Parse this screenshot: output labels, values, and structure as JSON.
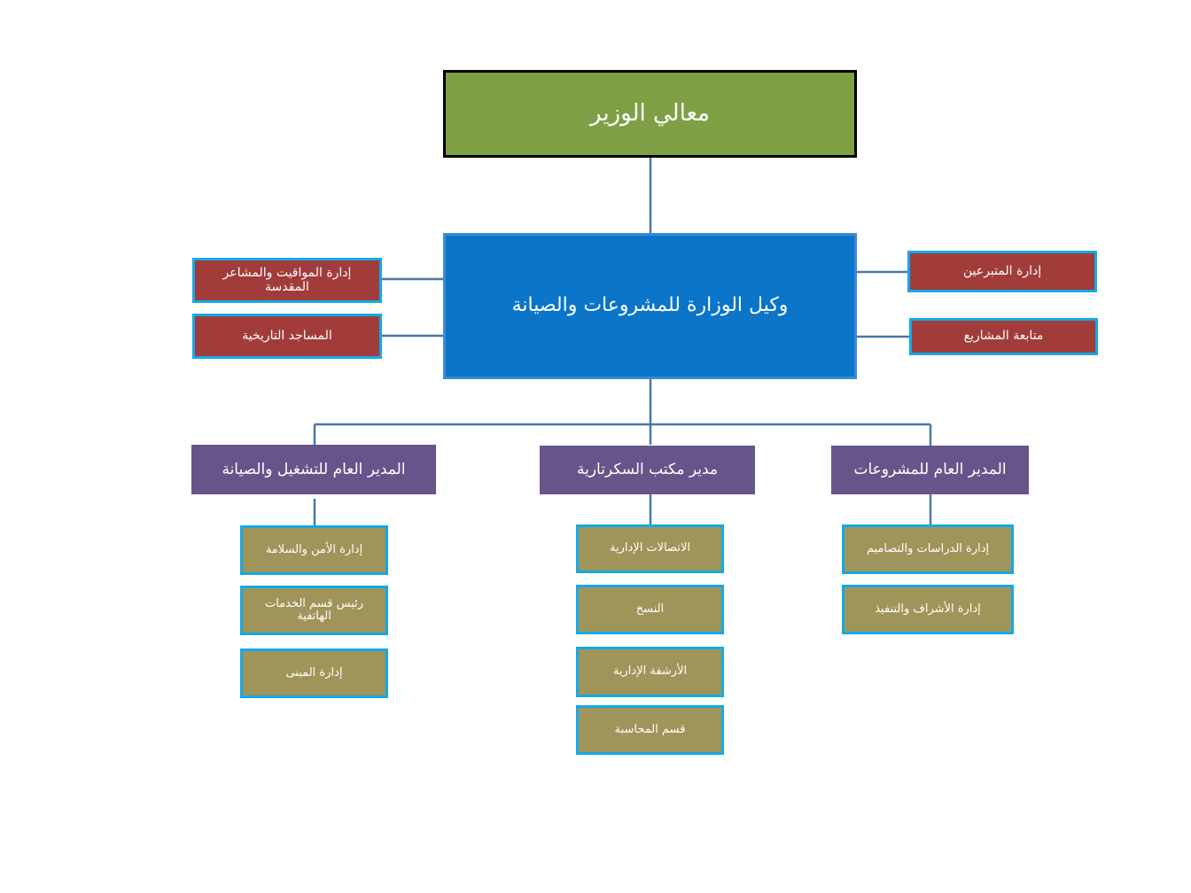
{
  "chart": {
    "top": "معالي الوزير",
    "deputy": "وكيل الوزارة للمشروعات والصيانة",
    "left_units": [
      "إدارة المواقيت والمشاعر المقدسة",
      "المساجد التاريخية"
    ],
    "right_units": [
      "إدارة المتبرعين",
      "متابعة المشاريع"
    ],
    "managers": [
      "المدير العام للتشغيل والصيانة",
      "مدير مكتب السكرتارية",
      "المدير العام للمشروعات"
    ],
    "ops_departments": [
      "إدارة الأمن والسلامة",
      "رئيس قسم الخدمات الهاتفية",
      "إدارة المبنى"
    ],
    "secretariat_departments": [
      "الاتصالات الإدارية",
      "النسخ",
      "الأرشفة الإدارية",
      "قسم المحاسبة"
    ],
    "projects_departments": [
      "إدارة الدراسات والتصاميم",
      "إدارة الأشراف والتنفيذ"
    ]
  },
  "colors": {
    "top": "#7f9f45",
    "deputy": "#0a75c9",
    "red_units": "#a23c3a",
    "managers": "#66548a",
    "departments": "#9f955a",
    "borders": "#14a9e4",
    "connectors": "#4a77a8"
  }
}
